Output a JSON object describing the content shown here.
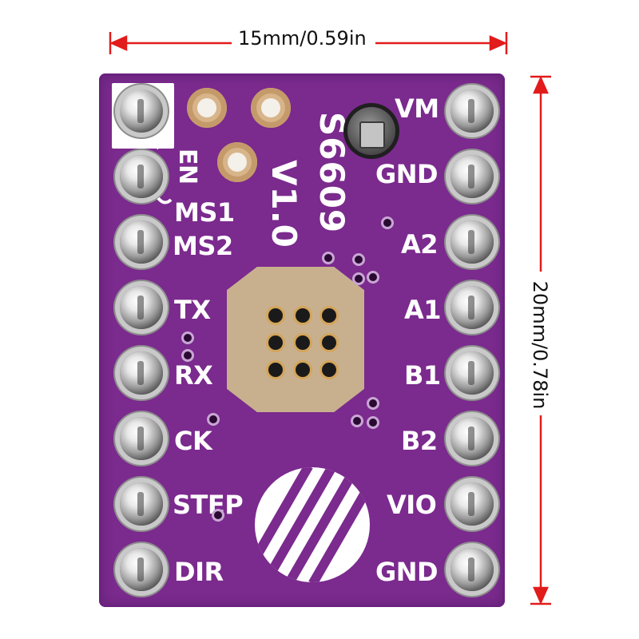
{
  "dimensions": {
    "width_label": "15mm/0.59in",
    "height_label": "20mm/0.78in"
  },
  "board": {
    "silkscreen_title": "S6609",
    "silkscreen_version": "V1.0",
    "left_pins": [
      "EN",
      "MS1",
      "MS2",
      "TX",
      "RX",
      "CK",
      "STEP",
      "DIR"
    ],
    "right_pins": [
      "VM",
      "GND",
      "A2",
      "A1",
      "B1",
      "B2",
      "VIO",
      "GND"
    ],
    "colors": {
      "pcb": "#7b2a8e",
      "silkscreen": "#ffffff",
      "pins": "#c9c9c9",
      "thermal_pad": "#c8b08e",
      "arrows": "#e21b1b"
    }
  }
}
